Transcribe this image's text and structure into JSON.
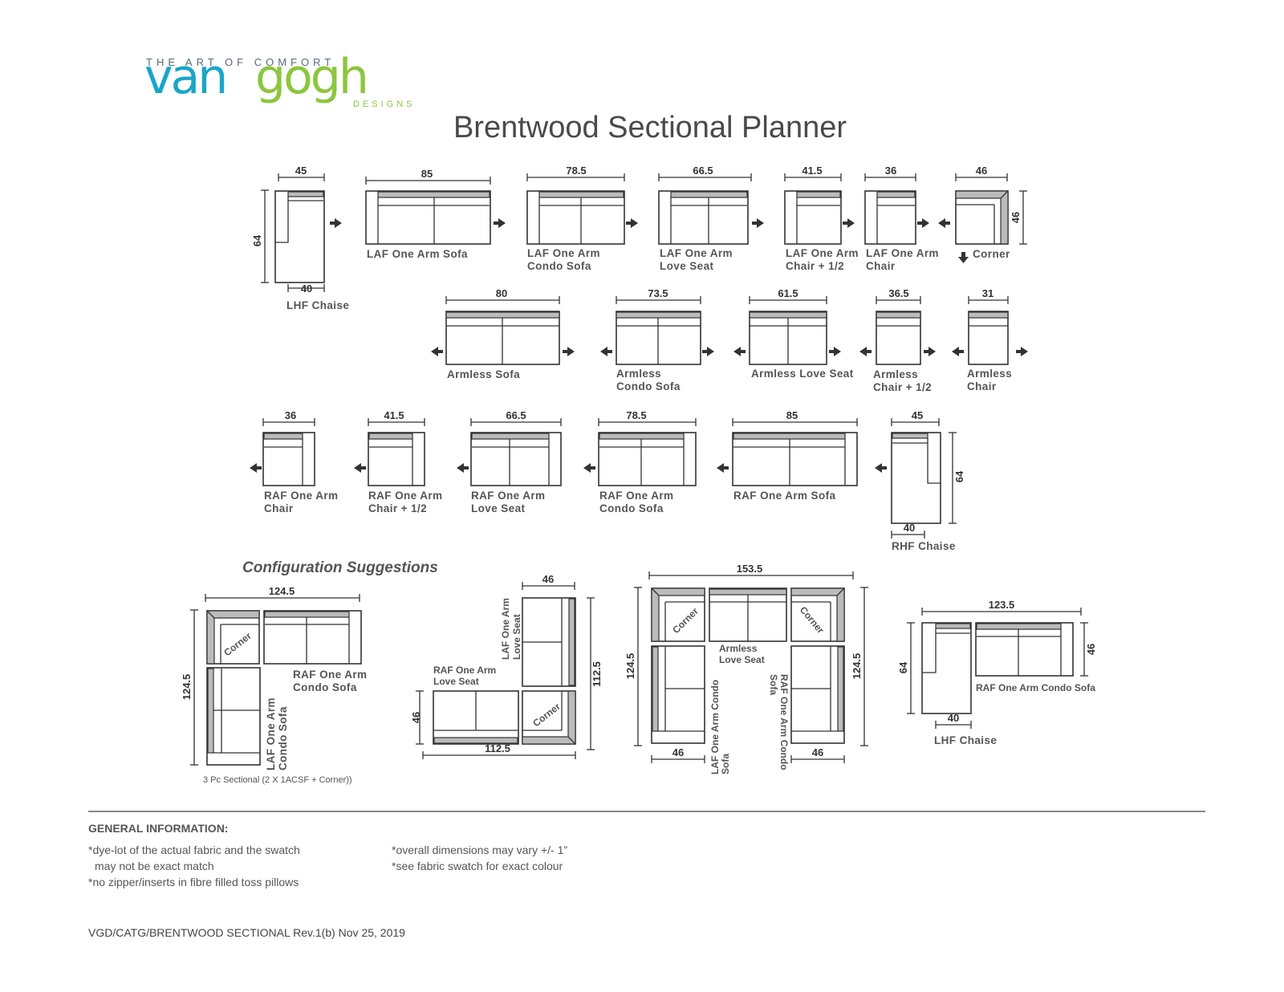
{
  "brand": {
    "tagline": "THE ART OF COMFORT",
    "name_part1": "van",
    "name_part2": "gogh",
    "suffix": "DESIGNS"
  },
  "page_title": "Brentwood Sectional Planner",
  "pieces": {
    "lhf_chaise": {
      "label": "LHF Chaise",
      "width": "45",
      "depth": "64",
      "seat": "40"
    },
    "laf_sofa": {
      "label": "LAF One Arm Sofa",
      "width": "85"
    },
    "laf_condo_sofa": {
      "label1": "LAF One Arm",
      "label2": "Condo Sofa",
      "width": "78.5"
    },
    "laf_love_seat": {
      "label1": "LAF One Arm",
      "label2": "Love Seat",
      "width": "66.5"
    },
    "laf_chair_half": {
      "label1": "LAF One Arm",
      "label2": "Chair + 1/2",
      "width": "41.5"
    },
    "laf_chair": {
      "label1": "LAF One Arm",
      "label2": "Chair",
      "width": "36"
    },
    "corner": {
      "label": "Corner",
      "width": "46",
      "depth": "46"
    },
    "armless_sofa": {
      "label": "Armless Sofa",
      "width": "80"
    },
    "armless_condo_sofa": {
      "label1": "Armless",
      "label2": "Condo Sofa",
      "width": "73.5"
    },
    "armless_love_seat": {
      "label": "Armless Love Seat",
      "width": "61.5"
    },
    "armless_chair_half": {
      "label1": "Armless",
      "label2": "Chair + 1/2",
      "width": "36.5"
    },
    "armless_chair": {
      "label1": "Armless",
      "label2": "Chair",
      "width": "31"
    },
    "raf_chair": {
      "label1": "RAF One Arm",
      "label2": "Chair",
      "width": "36"
    },
    "raf_chair_half": {
      "label1": "RAF One Arm",
      "label2": "Chair + 1/2",
      "width": "41.5"
    },
    "raf_love_seat": {
      "label1": "RAF One Arm",
      "label2": "Love Seat",
      "width": "66.5"
    },
    "raf_condo_sofa": {
      "label1": "RAF One Arm",
      "label2": "Condo Sofa",
      "width": "78.5"
    },
    "raf_sofa": {
      "label": "RAF One Arm Sofa",
      "width": "85"
    },
    "rhf_chaise": {
      "label": "RHF Chaise",
      "width": "45",
      "depth": "64",
      "seat": "40"
    }
  },
  "configurations": {
    "title": "Configuration Suggestions",
    "c1": {
      "width": "124.5",
      "depth": "124.5",
      "corner": "Corner",
      "raf1": "RAF One Arm",
      "raf2": "Condo Sofa",
      "laf1": "LAF One Arm",
      "laf2": "Condo Sofa",
      "caption": "3 Pc Sectional (2 X 1ACSF + Corner))"
    },
    "c2": {
      "top_width": "46",
      "width": "112.5",
      "depth": "112.5",
      "left_depth": "46",
      "corner": "Corner",
      "laf1": "LAF One Arm",
      "laf2": "Love Seat",
      "raf1": "RAF One Arm",
      "raf2": "Love Seat"
    },
    "c3": {
      "width": "153.5",
      "left_depth": "124.5",
      "right_depth": "124.5",
      "bottom_left": "46",
      "bottom_right": "46",
      "corner": "Corner",
      "armless1": "Armless",
      "armless2": "Love Seat",
      "laf1": "LAF One Arm Condo",
      "laf2": "Sofa",
      "raf1": "RAF One Arm Condo",
      "raf2": "Sofa"
    },
    "c4": {
      "width": "123.5",
      "depth": "64",
      "right_depth": "46",
      "seat": "40",
      "raf": "RAF One Arm Condo Sofa",
      "lhf": "LHF Chaise"
    }
  },
  "general_info": {
    "title": "GENERAL INFORMATION:",
    "note1a": "*dye-lot of the actual fabric and the swatch",
    "note1b": "may not be exact match",
    "note2": "*no zipper/inserts in fibre filled toss pillows",
    "note3": "*overall dimensions may vary +/- 1”",
    "note4": "*see fabric swatch for exact colour"
  },
  "footer": "VGD/CATG/BRENTWOOD SECTIONAL Rev.1(b) Nov 25, 2019"
}
